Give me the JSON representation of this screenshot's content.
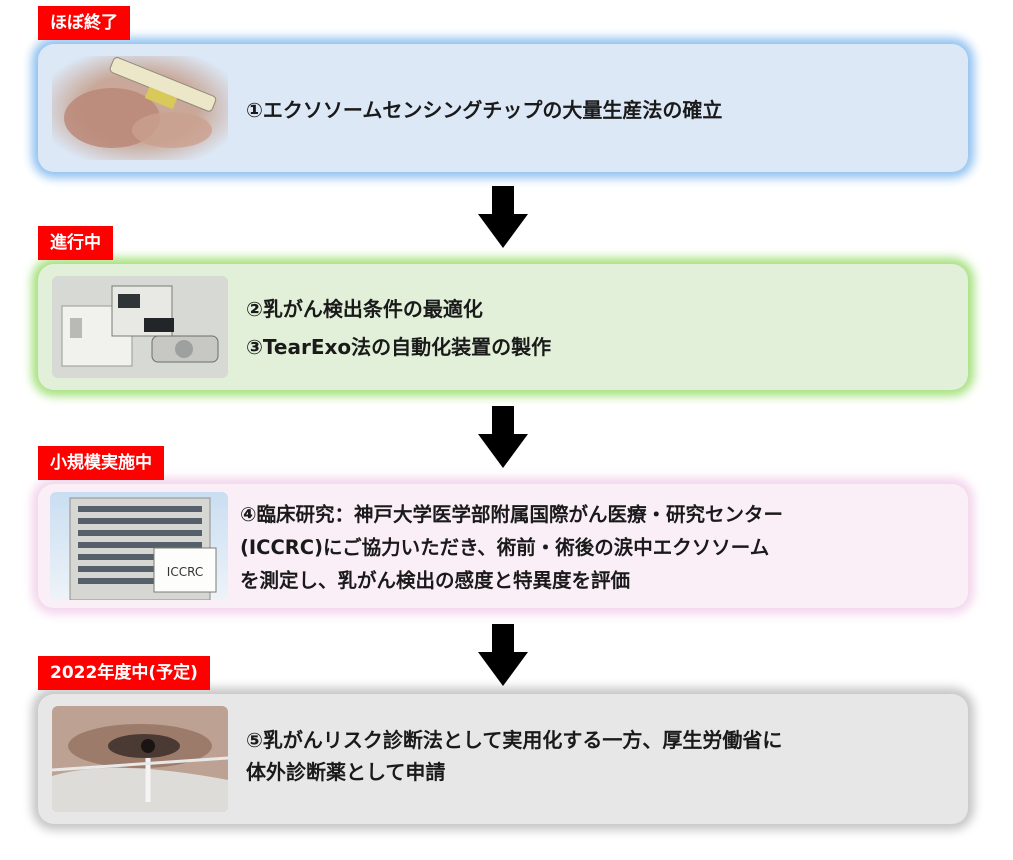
{
  "steps": [
    {
      "tag": "ほぼ終了",
      "lines": [
        "①エクソソームセンシングチップの大量生産法の確立"
      ],
      "image": "pipette-chip-photo",
      "colors": {
        "fill": "#dce8f6",
        "glow": "#8fc0f0"
      }
    },
    {
      "tag": "進行中",
      "lines": [
        "②乳がん検出条件の最適化",
        "③TearExo法の自動化装置の製作"
      ],
      "image": "lab-automation-device-photo",
      "colors": {
        "fill": "#e2efd9",
        "glow": "#a4e07c"
      }
    },
    {
      "tag": "小規模実施中",
      "lines": [
        "④臨床研究：神戸大学医学部附属国際がん医療・研究センター",
        "(ICCRC)にご協力いただき、術前・術後の涙中エクソソーム",
        "を測定し、乳がん検出の感度と特異度を評価"
      ],
      "image": "iccrc-building-photo",
      "sign_text": "ICCRC",
      "colors": {
        "fill": "#fbeff7",
        "glow": "#f3d4ec"
      }
    },
    {
      "tag": "2022年度中(予定)",
      "lines": [
        "⑤乳がんリスク診断法として実用化する一方、厚生労働省に",
        "体外診断薬として申請"
      ],
      "image": "tear-collection-eye-photo",
      "colors": {
        "fill": "#e7e7e7",
        "glow": "#c4c4c4"
      }
    }
  ],
  "colors": {
    "tag_bg": "#ff0000",
    "tag_text": "#ffffff",
    "arrow": "#000000"
  }
}
